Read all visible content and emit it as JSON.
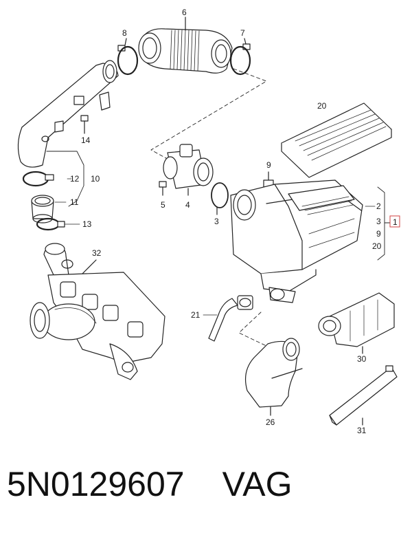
{
  "diagram": {
    "callouts": {
      "p1": "1",
      "p2": "2",
      "p3a": "3",
      "p3b": "3",
      "p4": "4",
      "p5": "5",
      "p6": "6",
      "p7": "7",
      "p8": "8",
      "p9a": "9",
      "p9b": "9",
      "p10": "10",
      "p11": "11",
      "p12": "12",
      "p13": "13",
      "p14": "14",
      "p20a": "20",
      "p20b": "20",
      "p21": "21",
      "p26": "26",
      "p30": "30",
      "p31": "31",
      "p32": "32"
    }
  },
  "caption": {
    "part_number": "5N0129607",
    "brand": "VAG"
  }
}
